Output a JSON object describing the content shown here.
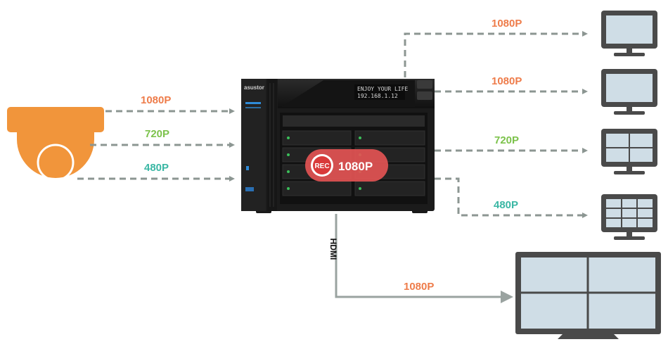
{
  "colors": {
    "orange": "#ee7c4a",
    "green": "#7cc24b",
    "teal": "#3ab7a4",
    "arrow_gray": "#8c9692",
    "hdmi_gray": "#9aa3a0",
    "camera": "#f1953b",
    "monitor_frame": "#4a4a4a",
    "monitor_screen": "#cfdde6",
    "rec_badge": "#e35454"
  },
  "inputs": [
    {
      "label": "1080P",
      "color": "orange"
    },
    {
      "label": "720P",
      "color": "green"
    },
    {
      "label": "480P",
      "color": "teal"
    }
  ],
  "outputs": [
    {
      "label": "1080P",
      "color": "orange"
    },
    {
      "label": "1080P",
      "color": "orange"
    },
    {
      "label": "720P",
      "color": "green"
    },
    {
      "label": "480P",
      "color": "teal"
    }
  ],
  "hdmi": {
    "label": "1080P",
    "connector": "HDMI"
  },
  "nas": {
    "brand": "asustor",
    "lcd_line1": "ENJOY YOUR LIFE",
    "lcd_line2": "192.168.1.12"
  },
  "rec": {
    "badge": "REC",
    "resolution": "1080P"
  },
  "icons": [
    "dome-camera-icon",
    "nas-device-icon",
    "monitor-icon",
    "tv-monitor-icon"
  ]
}
